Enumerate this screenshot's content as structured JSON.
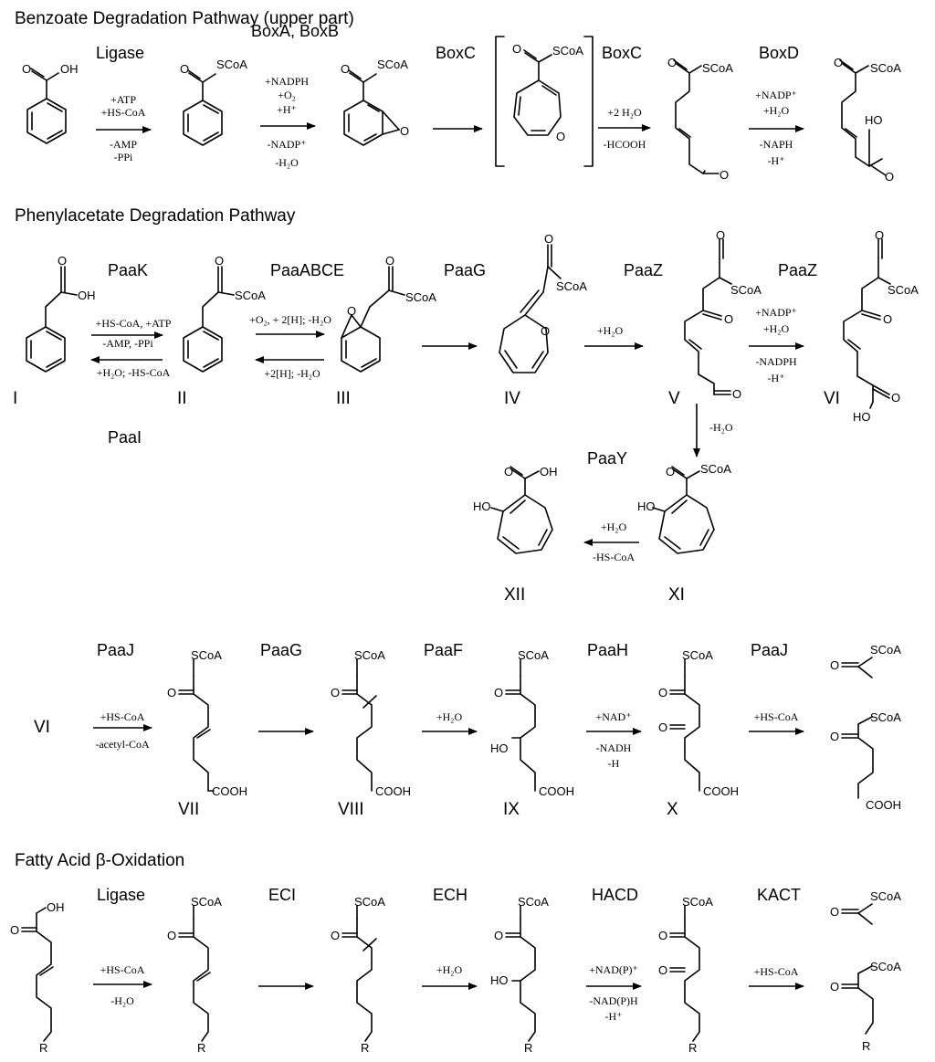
{
  "sections": {
    "benzoate": "Benzoate Degradation Pathway (upper part)",
    "phenylacetate": "Phenylacetate Degradation Pathway",
    "fatty": "Fatty Acid β-Oxidation"
  },
  "enzymes": {
    "b_ligase": "Ligase",
    "b_boxab": "BoxA, BoxB",
    "b_boxc1": "BoxC",
    "b_boxc2": "BoxC",
    "b_boxd": "BoxD",
    "p_paak": "PaaK",
    "p_paai": "PaaI",
    "p_paaabce": "PaaABCE",
    "p_paag": "PaaG",
    "p_paaz1": "PaaZ",
    "p_paaz2": "PaaZ",
    "p_paay": "PaaY",
    "t_paaj1": "PaaJ",
    "t_paag": "PaaG",
    "t_paaf": "PaaF",
    "t_paah": "PaaH",
    "t_paaj2": "PaaJ",
    "f_ligase": "Ligase",
    "f_eci": "ECI",
    "f_ech": "ECH",
    "f_hacd": "HACD",
    "f_kact": "KACT"
  },
  "numerals": {
    "I": "I",
    "II": "II",
    "III": "III",
    "IV": "IV",
    "V": "V",
    "VI": "VI",
    "XI": "XI",
    "XII": "XII",
    "VIstart": "VI",
    "VII": "VII",
    "VIII": "VIII",
    "IX": "IX",
    "X": "X"
  },
  "groups": {
    "oh": "OH",
    "scoa": "SCoA",
    "ho": "HO",
    "o": "O",
    "cooh": "COOH",
    "r": "R"
  },
  "rxn": {
    "b1": [
      "+ATP",
      "+HS-CoA",
      "-AMP",
      "-PPi"
    ],
    "b2": [
      "+NADPH",
      "+O₂",
      "+H⁺",
      "-NADP⁺",
      "-H₂O"
    ],
    "b4": [
      "+2 H₂O",
      "-HCOOH"
    ],
    "b5": [
      "+NADP⁺",
      "+H₂O",
      "-NAPH",
      "-H⁺"
    ],
    "p1": [
      "+HS-CoA, +ATP",
      "-AMP, -PPi",
      "+H₂O; -HS-CoA"
    ],
    "p2": [
      "+O₂, + 2[H]; -H₂O",
      "+2[H]; -H₂O"
    ],
    "p4": [
      "+H₂O"
    ],
    "p5": [
      "+NADP⁺",
      "+H₂O",
      "-NADPH",
      "-H⁺"
    ],
    "p6": [
      "-H₂O"
    ],
    "p7": [
      "+H₂O",
      "-HS-CoA"
    ],
    "t1": [
      "+HS-CoA",
      "-acetyl-CoA"
    ],
    "t3": [
      "+H₂O"
    ],
    "t4": [
      "+NAD⁺",
      "-NADH",
      "-H"
    ],
    "t5": [
      "+HS-CoA"
    ],
    "f1": [
      "+HS-CoA",
      "-H₂O"
    ],
    "f3": [
      "+H₂O"
    ],
    "f4": [
      "+NAD(P)⁺",
      "-NAD(P)H",
      "-H⁺"
    ],
    "f5": [
      "+HS-CoA"
    ]
  }
}
